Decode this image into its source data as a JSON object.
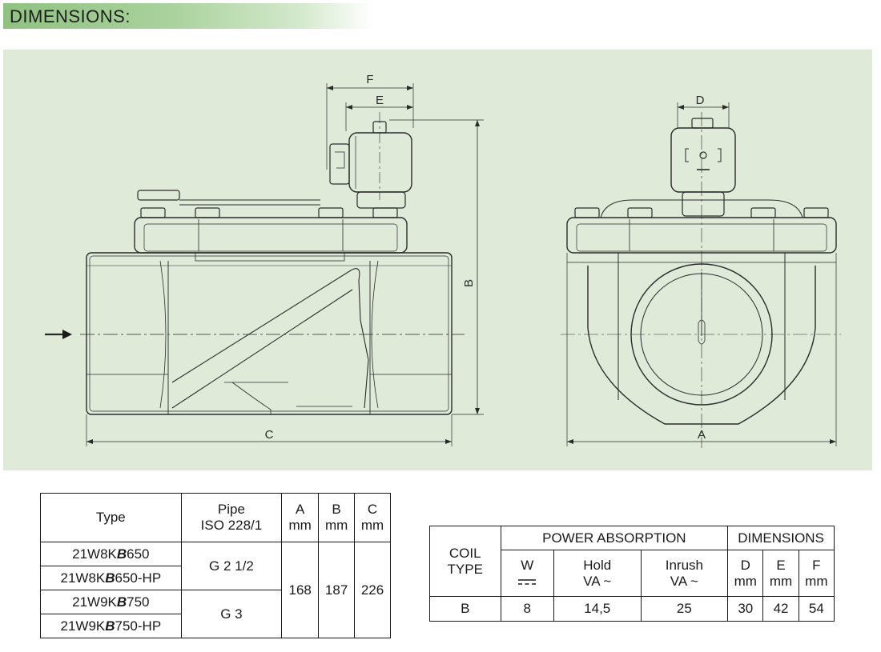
{
  "header": {
    "title": "DIMENSIONS:"
  },
  "drawing": {
    "side_view": {
      "labels": {
        "F": "F",
        "E": "E",
        "B": "B",
        "C": "C"
      }
    },
    "front_view": {
      "labels": {
        "D": "D",
        "A": "A"
      }
    },
    "colors": {
      "panel_bg": "#dfead9",
      "line": "#2a2a2a",
      "header_gradient_start": "#8fc281"
    }
  },
  "type_table": {
    "headers": {
      "type": "Type",
      "pipe": [
        "Pipe",
        "ISO 228/1"
      ],
      "a": [
        "A",
        "mm"
      ],
      "b": [
        "B",
        "mm"
      ],
      "c": [
        "C",
        "mm"
      ]
    },
    "rows": [
      {
        "prefix": "21W8K",
        "bold": "B",
        "suffix": "650"
      },
      {
        "prefix": "21W8K",
        "bold": "B",
        "suffix": "650-HP"
      },
      {
        "prefix": "21W9K",
        "bold": "B",
        "suffix": "750"
      },
      {
        "prefix": "21W9K",
        "bold": "B",
        "suffix": "750-HP"
      }
    ],
    "pipe_values": [
      "G 2 1/2",
      "G 3"
    ],
    "a_value": "168",
    "b_value": "187",
    "c_value": "226"
  },
  "coil_table": {
    "headers": {
      "coil_type": [
        "COIL",
        "TYPE"
      ],
      "power_absorption": "POWER ABSORPTION",
      "dimensions": "DIMENSIONS",
      "w": "W",
      "hold": [
        "Hold",
        "VA ~"
      ],
      "inrush": [
        "Inrush",
        "VA ~"
      ],
      "d": [
        "D",
        "mm"
      ],
      "e": [
        "E",
        "mm"
      ],
      "f": [
        "F",
        "mm"
      ]
    },
    "row": {
      "coil_type": "B",
      "w": "8",
      "hold": "14,5",
      "inrush": "25",
      "d": "30",
      "e": "42",
      "f": "54"
    }
  }
}
